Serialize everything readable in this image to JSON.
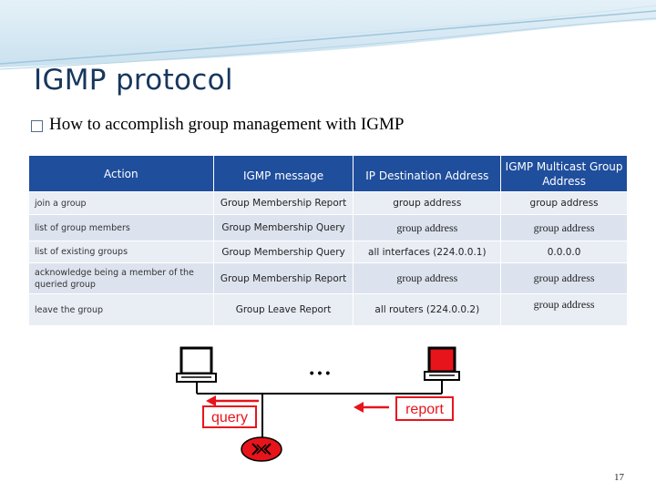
{
  "slide": {
    "title": "IGMP protocol",
    "subtitle": "How to accomplish group management with IGMP",
    "page_number": "17"
  },
  "table": {
    "headers": [
      "Action",
      "IGMP message",
      "IP Destination Address",
      "IGMP Multicast Group Address"
    ],
    "rows": [
      [
        "join a group",
        "Group Membership Report",
        "group address",
        "group address"
      ],
      [
        "list of group members",
        "Group Membership Query",
        "group address",
        "group address"
      ],
      [
        "list of existing groups",
        "Group Membership Query",
        "all interfaces (224.0.0.1)",
        "0.0.0.0"
      ],
      [
        "acknowledge being a member of the queried group",
        "Group Membership Report",
        "group address",
        "group address"
      ],
      [
        "leave the group",
        "Group Leave Report",
        "all routers (224.0.0.2)",
        "group address"
      ]
    ]
  },
  "diagram": {
    "ellipsis": "• • •",
    "query_label": "query",
    "report_label": "report",
    "accent_color": "#e8141b"
  }
}
